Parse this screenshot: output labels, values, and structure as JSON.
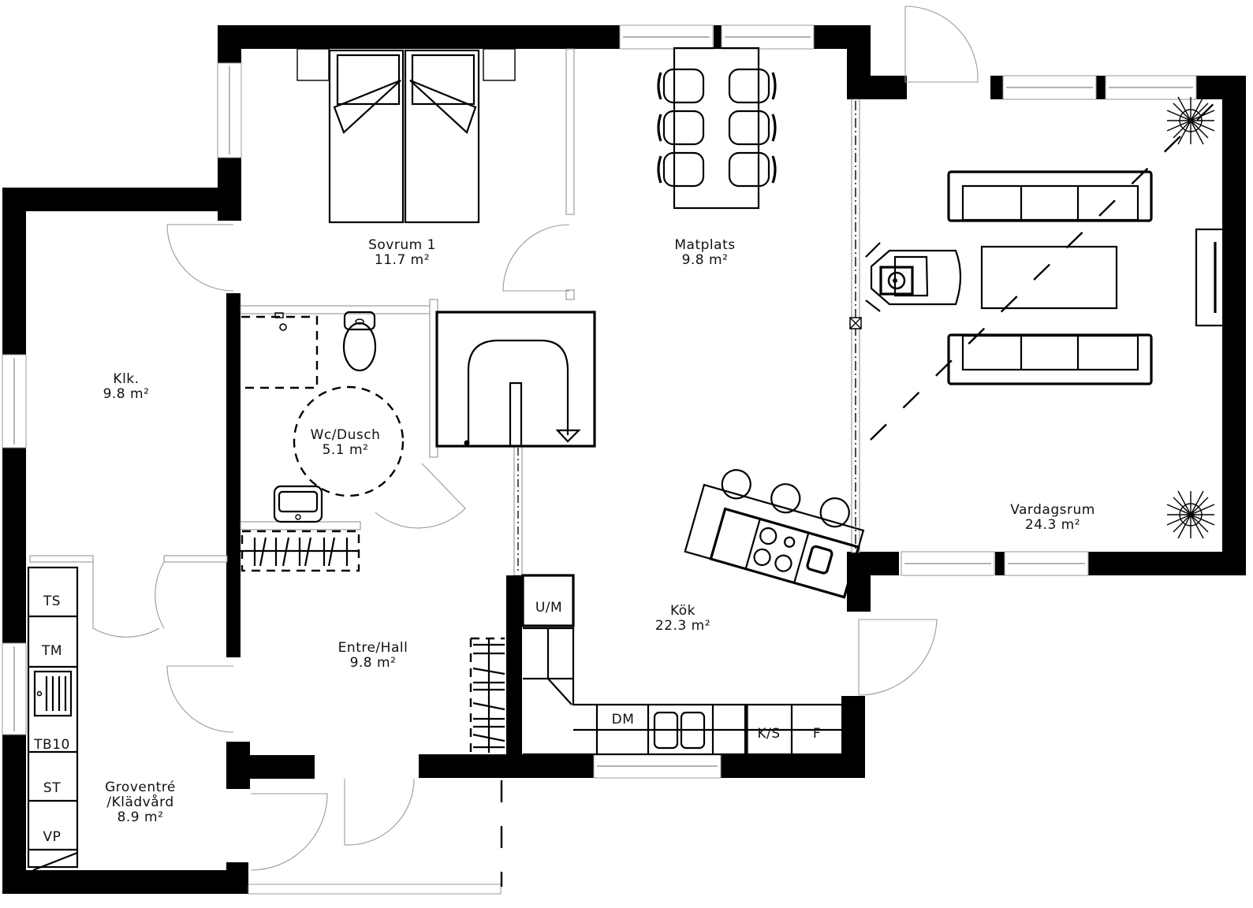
{
  "floor_plan": {
    "rooms": [
      {
        "name": "Sovrum 1",
        "area": "11.7 m²"
      },
      {
        "name": "Matplats",
        "area": "9.8 m²"
      },
      {
        "name": "Klk.",
        "area": "9.8 m²"
      },
      {
        "name": "Wc/Dusch",
        "area": "5.1 m²"
      },
      {
        "name": "Entre/Hall",
        "area": "9.8 m²"
      },
      {
        "name": "Kök",
        "area": "22.3 m²"
      },
      {
        "name": "Vardagsrum",
        "area": "24.3 m²"
      },
      {
        "name": "Groventré",
        "name2": "/Klädvård",
        "area": "8.9 m²"
      }
    ],
    "appliances": {
      "ts": "TS",
      "tm": "TM",
      "tb10": "TB10",
      "st": "ST",
      "vp": "VP",
      "um": "U/M",
      "dm": "DM",
      "ks": "K/S",
      "f": "F"
    },
    "colors": {
      "wall": "#000000",
      "background": "#ffffff",
      "door_swing": "#9a9a9a"
    }
  }
}
